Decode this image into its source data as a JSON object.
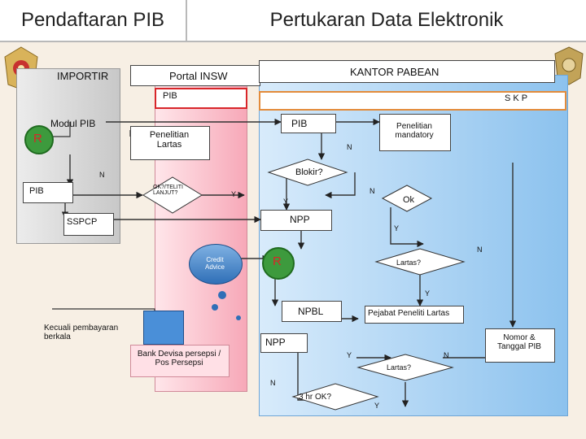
{
  "header": {
    "left_title": "Pendaftaran PIB",
    "right_title": "Pertukaran Data Elektronik"
  },
  "lanes": {
    "importir": "IMPORTIR",
    "portal": "Portal INSW",
    "kantor": "KANTOR PABEAN"
  },
  "nodes": {
    "modul_pib": "Modul PIB",
    "r_left": "R",
    "pib_left": "PIB",
    "n_left": "N",
    "sspcp": "SSPCP",
    "pib_portal": "PIB",
    "skp": "S K P",
    "penelitian_lartas": "Penelitian Lartas",
    "ok_teliti": "OK?/TELITI LANJUT?",
    "y_teliti": "Y",
    "pib_kantor": "PIB",
    "penelitian_mandatory": "Penelitian mandatory",
    "n_blokir": "N",
    "blokir": "Blokir?",
    "n_ok": "N",
    "y_blokir": "Y",
    "ok": "Ok",
    "npp_1": "NPP",
    "y_ok": "Y",
    "credit_advice": "Credit Advice",
    "r_mid": "R",
    "n_lartas": "N",
    "lartas_1": "Lartas?",
    "y_lartas": "Y",
    "npbl": "NPBL",
    "pejabat": "Pejabat Peneliti Lartas",
    "kecuali": "Kecuali pembayaran berkala",
    "bank": "Bank Devisa persepsi / Pos Persepsi",
    "npp_2": "NPP",
    "y_lartas2": "Y",
    "n_lartas2": "N",
    "nomor": "Nomor & Tanggal PIB",
    "lartas_2": "Lartas?",
    "n_3hr": "N",
    "hr_ok": "3 hr OK?",
    "y_3hr": "Y"
  },
  "colors": {
    "lane_importir": "#c8c8c8",
    "lane_portal": "#f7a8b8",
    "lane_kantor": "#8cc2ee",
    "accent_red": "#d8262a",
    "accent_orange": "#e38b3a"
  }
}
